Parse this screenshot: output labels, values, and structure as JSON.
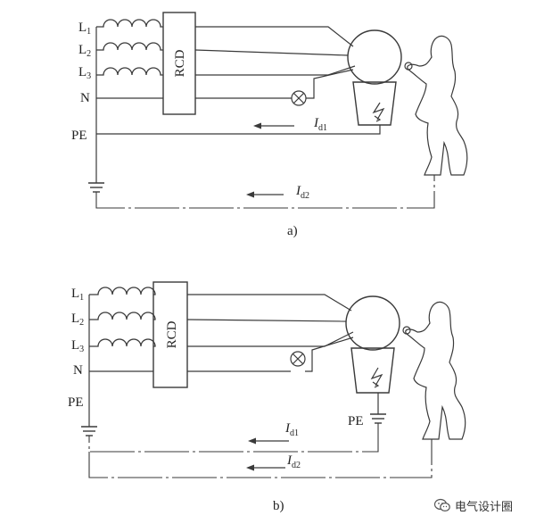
{
  "labels": {
    "phase_prefix": "L",
    "phase_subscripts": [
      "1",
      "2",
      "3"
    ],
    "neutral": "N",
    "protective_earth": "PE",
    "rcd": "RCD",
    "current_prefix": "I",
    "current_d1_sub": "d1",
    "current_d2_sub": "d2"
  },
  "captions": {
    "a": "a)",
    "b": "b)"
  },
  "watermark": {
    "text": "电气设计圈"
  },
  "colors": {
    "line": "#3a3a3a",
    "text": "#222222",
    "background": "#ffffff"
  }
}
